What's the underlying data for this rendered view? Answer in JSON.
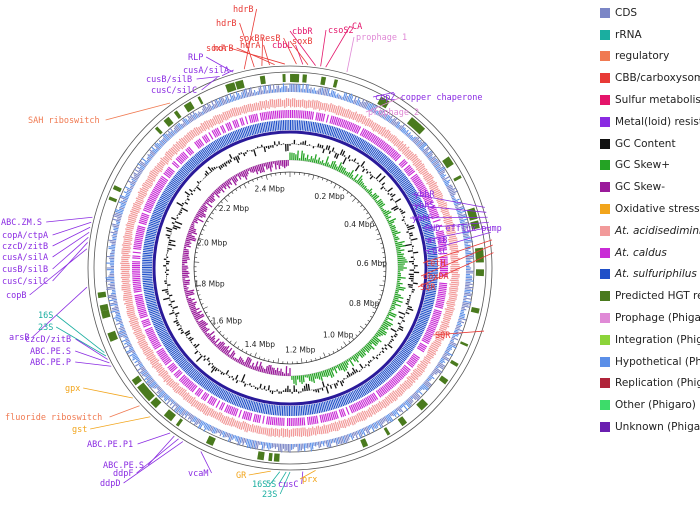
{
  "colors": {
    "cds": "#7b86c6",
    "rrna": "#1aaea0",
    "regulatory": "#f07a52",
    "cbb": "#e83a36",
    "sulfur": "#e4146a",
    "metal": "#8a2be2",
    "gc_content": "#111111",
    "gc_skew_pos": "#24a324",
    "gc_skew_neg": "#9a1a9a",
    "oxidative": "#f2a51c",
    "acidi": "#f29a9a",
    "caldus": "#c92bd6",
    "sulfu": "#1f4fc8",
    "hgt": "#4a7a1e",
    "prophage": "#e08ad6",
    "integration": "#8cd43a",
    "hypothetical": "#5b8fe8",
    "replication": "#b0243a",
    "other": "#3ddc6a",
    "unknown": "#6a1fb0",
    "cds_ring": "#2a1a9a"
  },
  "legend": [
    {
      "label": "CDS",
      "color": "#7b86c6",
      "italic": false
    },
    {
      "label": "rRNA",
      "color": "#1aaea0",
      "italic": false
    },
    {
      "label": "regulatory",
      "color": "#f07a52",
      "italic": false
    },
    {
      "label": "CBB/carboxysome",
      "color": "#e83a36",
      "italic": false
    },
    {
      "label": "Sulfur metabolism",
      "color": "#e4146a",
      "italic": false
    },
    {
      "label": "Metal(loid) resistance",
      "color": "#8a2be2",
      "italic": false
    },
    {
      "label": "GC Content",
      "color": "#111111",
      "italic": false
    },
    {
      "label": "GC Skew+",
      "color": "#24a324",
      "italic": false
    },
    {
      "label": "GC Skew-",
      "color": "#9a1a9a",
      "italic": false
    },
    {
      "label": "Oxidative stress",
      "color": "#f2a51c",
      "italic": false
    },
    {
      "label": "At. acidisediminis",
      "color": "#f29a9a",
      "italic": true
    },
    {
      "label": "At. caldus",
      "color": "#c92bd6",
      "italic": true
    },
    {
      "label": "At. sulfuriphilus",
      "color": "#1f4fc8",
      "italic": true
    },
    {
      "label": "Predicted HGT region",
      "color": "#4a7a1e",
      "italic": false
    },
    {
      "label": "Prophage (Phigaro)",
      "color": "#e08ad6",
      "italic": false
    },
    {
      "label": "Integration (Phigaro)",
      "color": "#8cd43a",
      "italic": false
    },
    {
      "label": "Hypothetical (Phigaro)",
      "color": "#5b8fe8",
      "italic": false
    },
    {
      "label": "Replication (Phigaro)",
      "color": "#b0243a",
      "italic": false
    },
    {
      "label": "Other (Phigaro)",
      "color": "#3ddc6a",
      "italic": false
    },
    {
      "label": "Unknown (Phigaro)",
      "color": "#6a1fb0",
      "italic": false
    }
  ],
  "scale_labels": [
    "0.2 Mbp",
    "0.4 Mbp",
    "0.6 Mbp",
    "0.8 Mbp",
    "1.0 Mbp",
    "1.2 Mbp",
    "1.4 Mbp",
    "1.6 Mbp",
    "1.8 Mbp",
    "2.0 Mbp",
    "2.2 Mbp",
    "2.4 Mbp"
  ],
  "scale_fractions": [
    0.08,
    0.16,
    0.24,
    0.32,
    0.4,
    0.48,
    0.56,
    0.64,
    0.72,
    0.8,
    0.88,
    0.96
  ],
  "gene_labels": [
    {
      "text": "hdrB",
      "cat": "cbb",
      "pos": 0.964,
      "group": "top"
    },
    {
      "text": "hdrB",
      "cat": "cbb",
      "pos": 0.972,
      "group": "top"
    },
    {
      "text": "soxB",
      "cat": "cbb",
      "pos": 0.978,
      "group": "top"
    },
    {
      "text": "hdrA",
      "cat": "cbb",
      "pos": 0.984,
      "group": "top"
    },
    {
      "text": "hdrB",
      "cat": "cbb",
      "pos": 0.988,
      "group": "top"
    },
    {
      "text": "soxA",
      "cat": "cbb",
      "pos": 0.996,
      "group": "top"
    },
    {
      "text": "ResB",
      "cat": "cbb",
      "pos": 0.005,
      "group": "top"
    },
    {
      "text": "cbbL",
      "cat": "sulfur",
      "pos": 0.01,
      "group": "top"
    },
    {
      "text": "soxB",
      "cat": "cbb",
      "pos": 0.014,
      "group": "top"
    },
    {
      "text": "cbbR",
      "cat": "sulfur",
      "pos": 0.02,
      "group": "top"
    },
    {
      "text": "csoS2",
      "cat": "sulfur",
      "pos": 0.024,
      "group": "top"
    },
    {
      "text": "CA",
      "cat": "sulfur",
      "pos": 0.028,
      "group": "top"
    },
    {
      "text": "RLP",
      "cat": "metal",
      "pos": 0.955,
      "group": "tl"
    },
    {
      "text": "cusA/silA",
      "cat": "metal",
      "pos": 0.946,
      "group": "tl"
    },
    {
      "text": "cusB/silB",
      "cat": "metal",
      "pos": 0.944,
      "group": "tl"
    },
    {
      "text": "cusC/silC",
      "cat": "metal",
      "pos": 0.942,
      "group": "tl"
    },
    {
      "text": "prophage 1",
      "cat": "prophage",
      "pos": 0.045,
      "group": "tr"
    },
    {
      "text": "copZ copper chaperone",
      "cat": "metal",
      "pos": 0.085,
      "group": "tr"
    },
    {
      "text": "prophage 2",
      "cat": "prophage",
      "pos": 0.092,
      "group": "tr"
    },
    {
      "text": "SAH riboswitch",
      "cat": "regulatory",
      "pos": 0.9,
      "group": "left"
    },
    {
      "text": "ybhR",
      "cat": "metal",
      "pos": 0.202,
      "group": "right"
    },
    {
      "text": "ybhS",
      "cat": "metal",
      "pos": 0.206,
      "group": "right"
    },
    {
      "text": "ybhF",
      "cat": "metal",
      "pos": 0.21,
      "group": "right"
    },
    {
      "text": "RND efflux pump",
      "cat": "metal",
      "pos": 0.214,
      "group": "right"
    },
    {
      "text": "arsB",
      "cat": "metal",
      "pos": 0.218,
      "group": "right"
    },
    {
      "text": "cusC",
      "cat": "metal",
      "pos": 0.222,
      "group": "right"
    },
    {
      "text": "tetH",
      "cat": "cbb",
      "pos": 0.228,
      "group": "right"
    },
    {
      "text": "doxDA",
      "cat": "cbb",
      "pos": 0.232,
      "group": "right"
    },
    {
      "text": "SQR",
      "cat": "cbb",
      "pos": 0.238,
      "group": "right"
    },
    {
      "text": "SQR",
      "cat": "cbb",
      "pos": 0.3,
      "group": "right2"
    },
    {
      "text": "ABC.ZM.S",
      "cat": "metal",
      "pos": 0.79,
      "group": "left"
    },
    {
      "text": "copA/ctpA",
      "cat": "metal",
      "pos": 0.786,
      "group": "left"
    },
    {
      "text": "czcD/zitB",
      "cat": "metal",
      "pos": 0.782,
      "group": "left"
    },
    {
      "text": "cusA/silA",
      "cat": "metal",
      "pos": 0.778,
      "group": "left"
    },
    {
      "text": "cusB/silB",
      "cat": "metal",
      "pos": 0.774,
      "group": "left"
    },
    {
      "text": "cusC/silC",
      "cat": "metal",
      "pos": 0.77,
      "group": "left"
    },
    {
      "text": "copB",
      "cat": "metal",
      "pos": 0.765,
      "group": "left"
    },
    {
      "text": "arsB",
      "cat": "metal",
      "pos": 0.735,
      "group": "left"
    },
    {
      "text": "16S",
      "cat": "rrna",
      "pos": 0.682,
      "group": "bl"
    },
    {
      "text": "23S",
      "cat": "rrna",
      "pos": 0.679,
      "group": "bl"
    },
    {
      "text": "czcD/zitB",
      "cat": "metal",
      "pos": 0.676,
      "group": "bl"
    },
    {
      "text": "ABC.PE.S",
      "cat": "metal",
      "pos": 0.673,
      "group": "bl"
    },
    {
      "text": "ABC.PE.P",
      "cat": "metal",
      "pos": 0.67,
      "group": "bl"
    },
    {
      "text": "gpx",
      "cat": "oxidative",
      "pos": 0.64,
      "group": "bl"
    },
    {
      "text": "fluoride riboswitch",
      "cat": "regulatory",
      "pos": 0.632,
      "group": "bl"
    },
    {
      "text": "gst",
      "cat": "oxidative",
      "pos": 0.62,
      "group": "bl"
    },
    {
      "text": "ABC.PE.P1",
      "cat": "metal",
      "pos": 0.6,
      "group": "bottom"
    },
    {
      "text": "ABC.PE.S",
      "cat": "metal",
      "pos": 0.596,
      "group": "bottom"
    },
    {
      "text": "ddpF",
      "cat": "metal",
      "pos": 0.592,
      "group": "bottom"
    },
    {
      "text": "ddpD",
      "cat": "metal",
      "pos": 0.588,
      "group": "bottom"
    },
    {
      "text": "vcaM",
      "cat": "metal",
      "pos": 0.572,
      "group": "bottom"
    },
    {
      "text": "GR",
      "cat": "oxidative",
      "pos": 0.515,
      "group": "bottom"
    },
    {
      "text": "16S",
      "cat": "rrna",
      "pos": 0.508,
      "group": "bottom"
    },
    {
      "text": "5S",
      "cat": "rrna",
      "pos": 0.503,
      "group": "bottom"
    },
    {
      "text": "23S",
      "cat": "rrna",
      "pos": 0.5,
      "group": "bottom"
    },
    {
      "text": "cusC",
      "cat": "metal",
      "pos": 0.49,
      "group": "bottom"
    },
    {
      "text": "prx",
      "cat": "oxidative",
      "pos": 0.48,
      "group": "bottom"
    }
  ]
}
